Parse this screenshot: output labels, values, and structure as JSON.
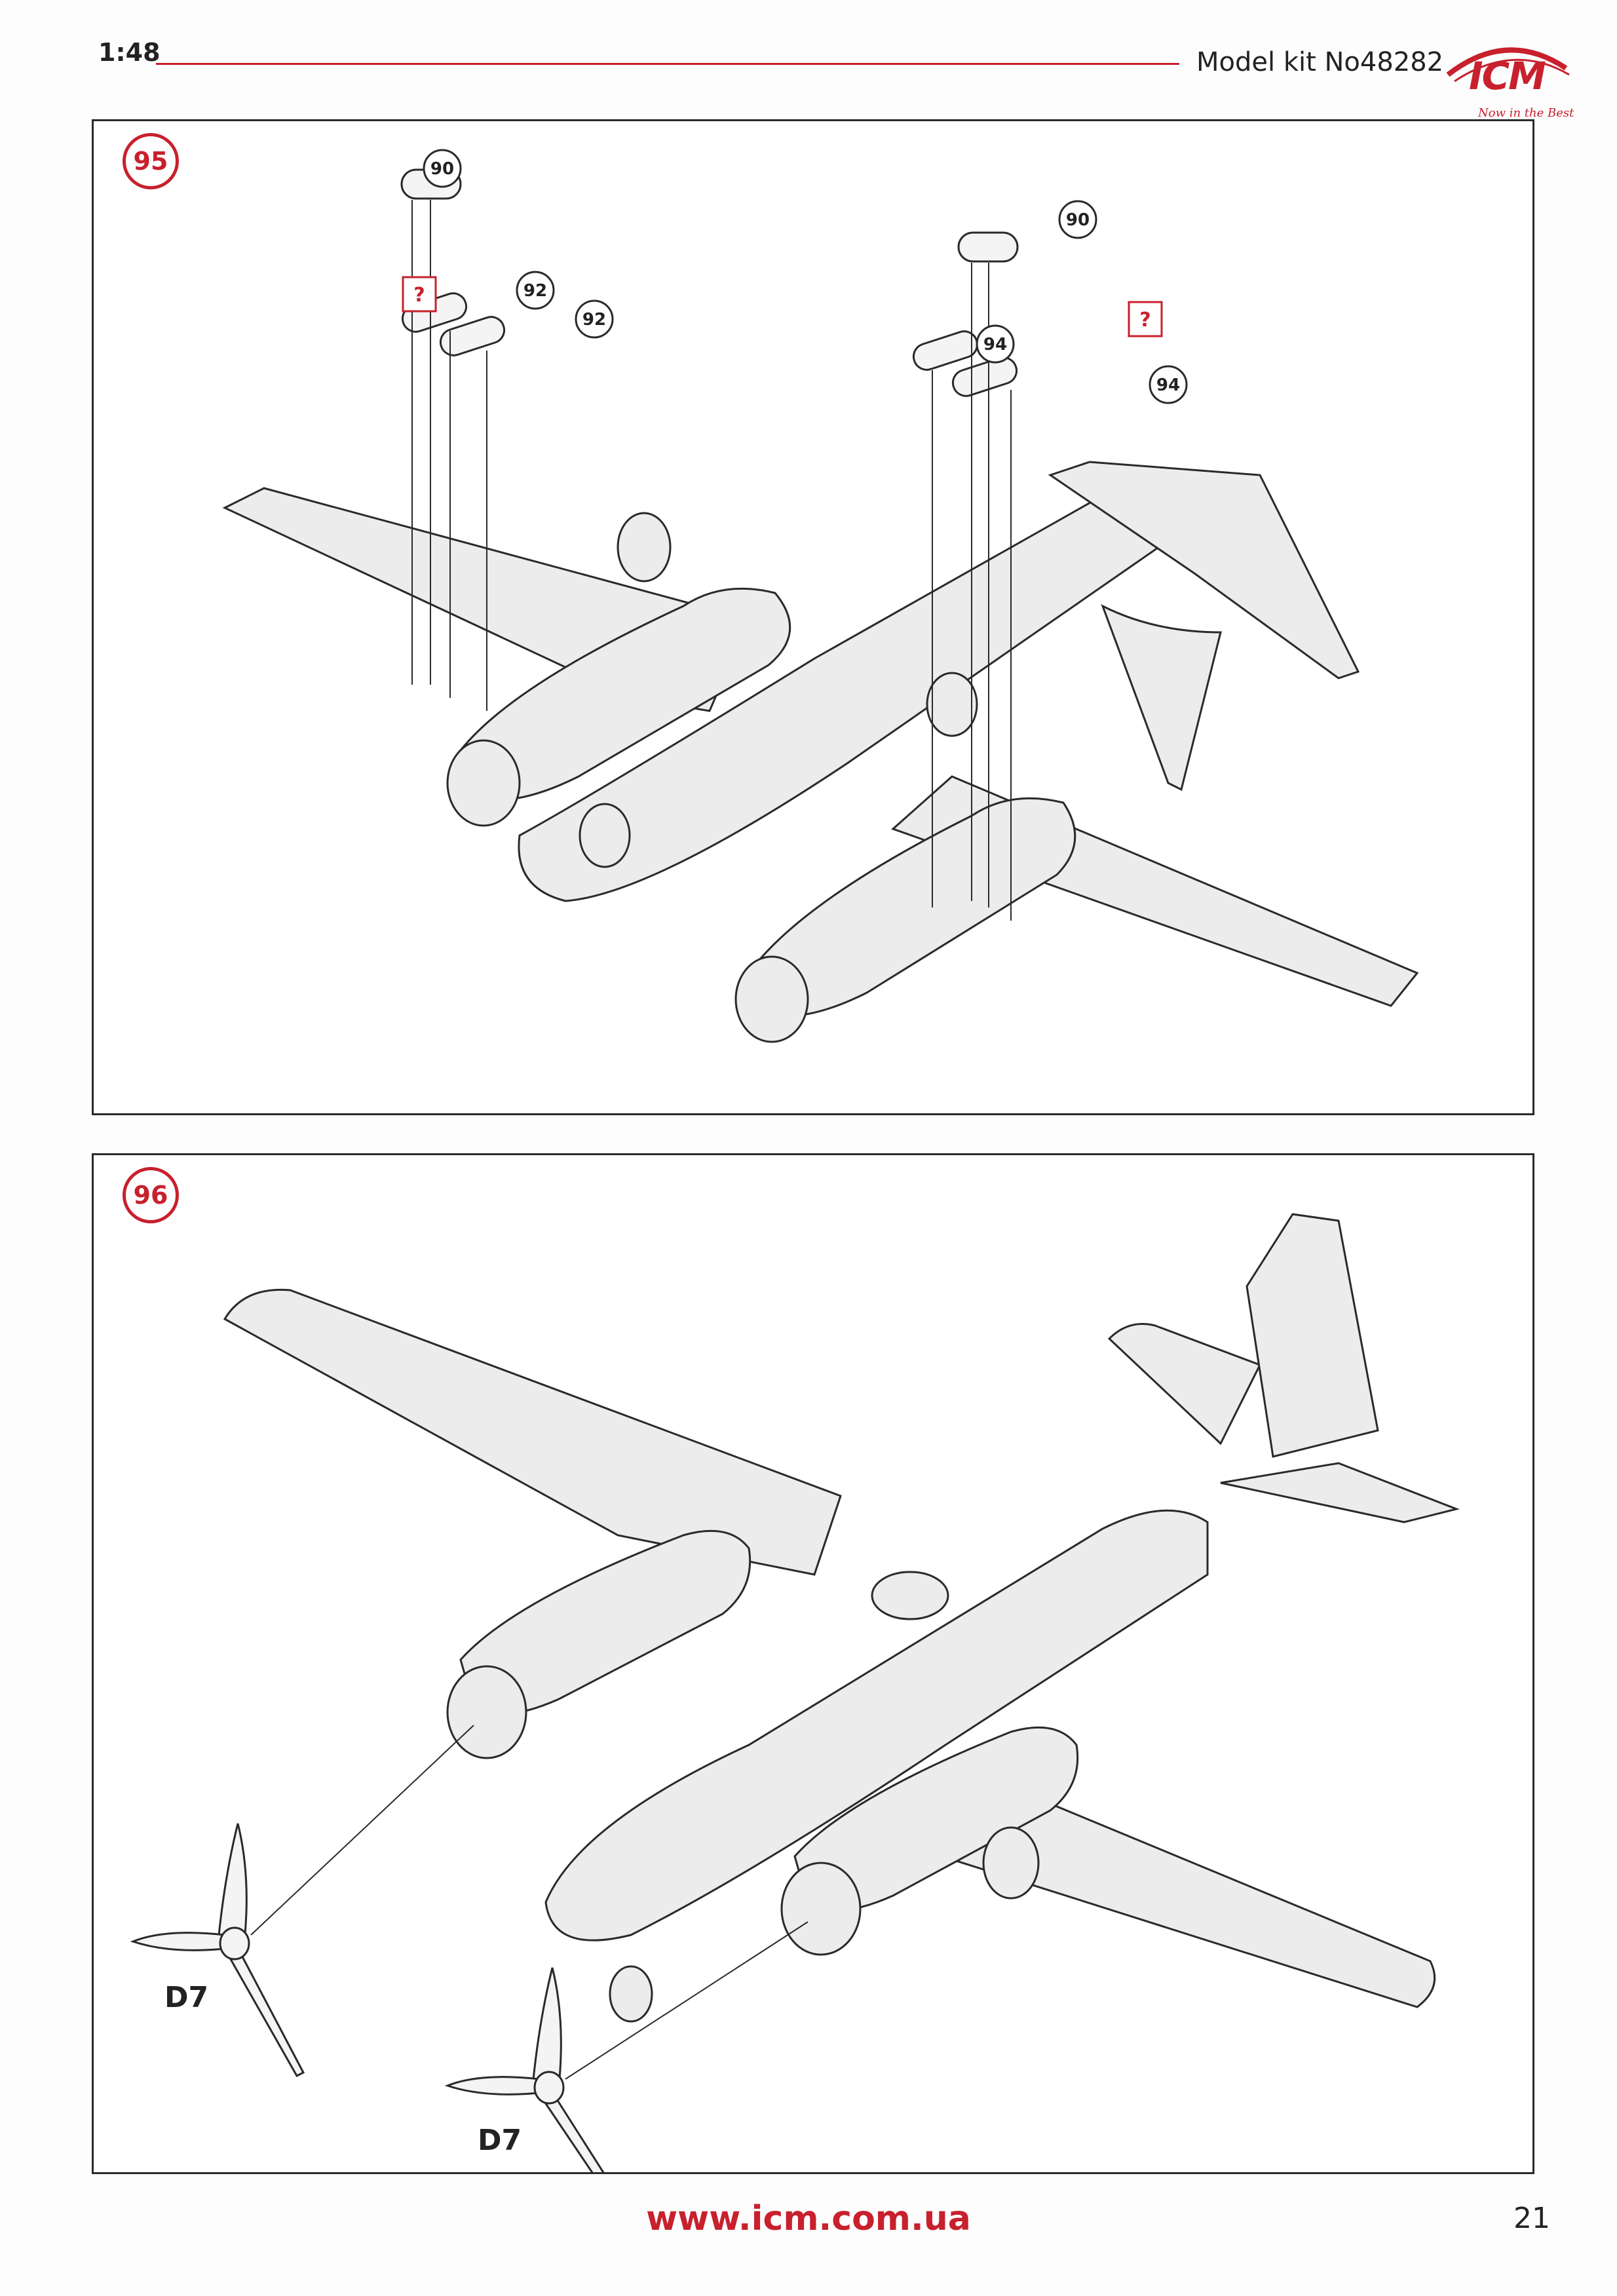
{
  "header": {
    "scale": "1:48",
    "kit_number": "Model kit No48282",
    "logo_text": "ICM",
    "logo_tagline": "Now in the Best"
  },
  "steps": [
    {
      "number": "95",
      "callouts": [
        "90",
        "92",
        "92",
        "90",
        "94",
        "94"
      ],
      "warning_marks": [
        "?",
        "?"
      ]
    },
    {
      "number": "96",
      "part_labels": [
        "D7",
        "D7"
      ]
    }
  ],
  "footer": {
    "url": "www.icm.com.ua",
    "page_number": "21"
  },
  "colors": {
    "accent": "#c8202d",
    "line": "#2a2a2a",
    "fill": "#ececec"
  }
}
